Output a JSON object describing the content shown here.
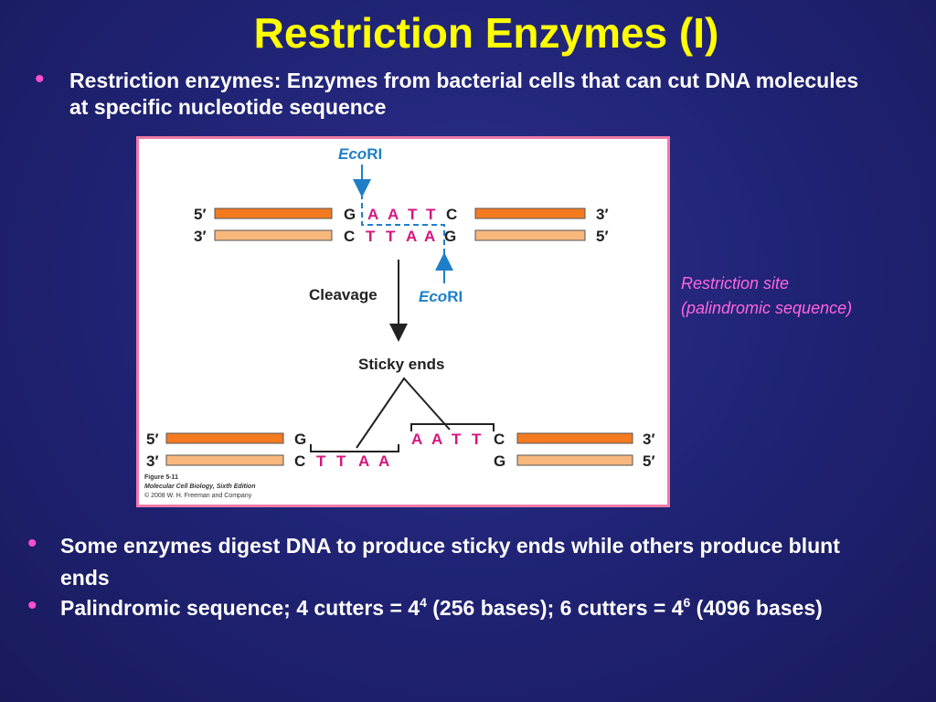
{
  "title": "Restriction Enzymes (I)",
  "bullets": {
    "intro": "Restriction enzymes:  Enzymes from bacterial cells that can cut DNA molecules at specific nucleotide sequence",
    "sticky": "Some enzymes digest DNA to produce sticky ends while others produce blunt ends",
    "palindromic": {
      "part1": "Palindromic sequence; 4 cutters = 4",
      "exp1": "4",
      "part2": " (256 bases); 6 cutters = 4",
      "exp2": "6",
      "part3": " (4096 bases)"
    }
  },
  "side_note": {
    "line1": "Restriction site",
    "line2": "(palindromic sequence)"
  },
  "figure": {
    "enzyme": "Eco",
    "enzyme_suffix": "RI",
    "end5": "5′",
    "end3": "3′",
    "top_strand": [
      "G",
      "A",
      "A",
      "T",
      "T",
      "C"
    ],
    "bottom_strand": [
      "C",
      "T",
      "T",
      "A",
      "A",
      "G"
    ],
    "cleavage_label": "Cleavage",
    "sticky_label": "Sticky ends",
    "caption_line1": "Figure 5-11",
    "caption_line2": "Molecular Cell Biology, Sixth Edition",
    "caption_line3": "© 2008 W. H. Freeman and Company"
  },
  "colors": {
    "title": "#ffff00",
    "bullet": "#ff4fd0",
    "enzyme_blue": "#1e7fc8",
    "base_magenta": "#d6157d",
    "strand_dark": "#f47a20",
    "strand_light": "#f8b77c",
    "figure_border": "#f07aa8",
    "side_note": "#ff66dd"
  }
}
